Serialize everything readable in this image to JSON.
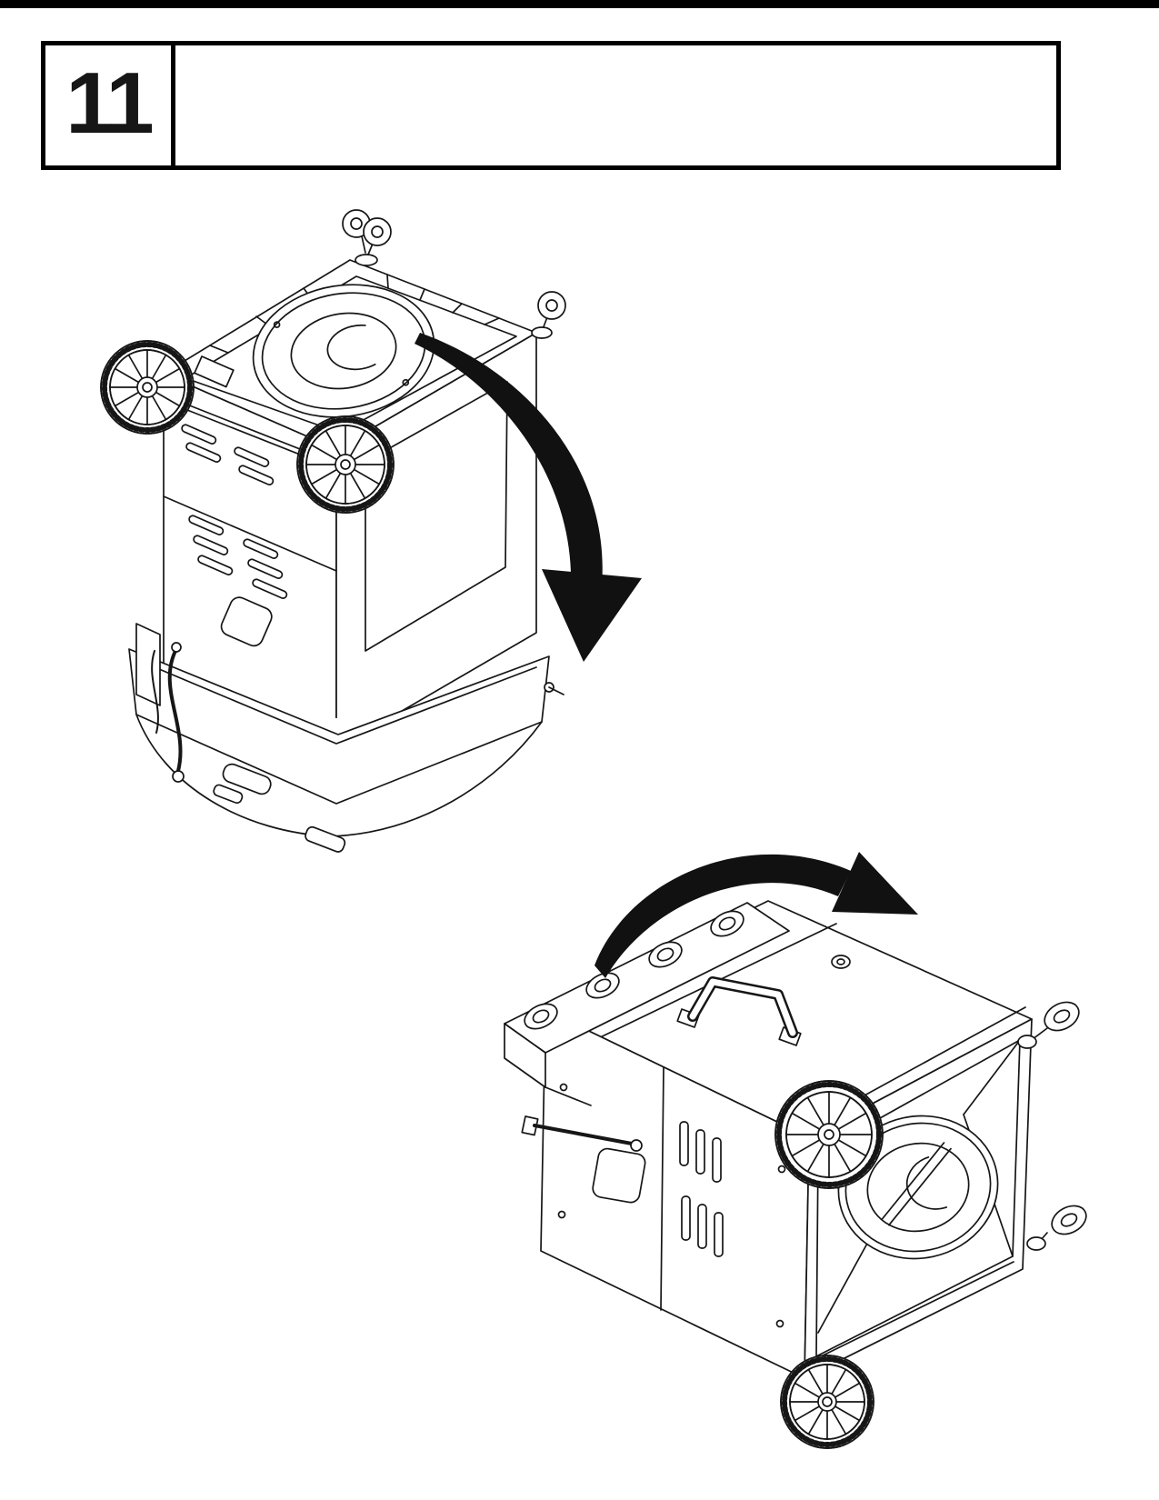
{
  "header": {
    "step_number": "11"
  },
  "page": {
    "background": "#ffffff",
    "ink_color": "#161616"
  },
  "figures": {
    "top_figure": {
      "name": "grill-cart-upside-down",
      "arrow_icon": "flip-downward-arrow"
    },
    "bottom_figure": {
      "name": "grill-cart-on-side",
      "arrow_icon": "rotate-upright-arrow"
    }
  }
}
